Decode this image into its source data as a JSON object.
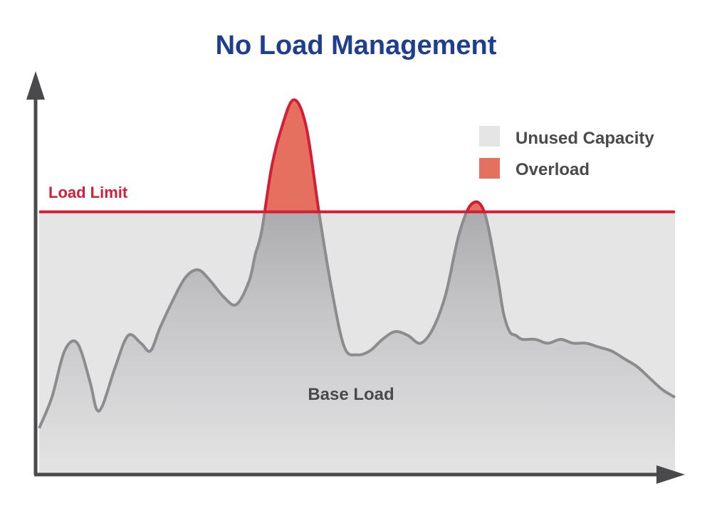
{
  "chart_data": {
    "type": "area",
    "title": "No Load Management",
    "xlabel": "",
    "ylabel": "",
    "ylim": [
      0,
      100
    ],
    "load_limit": {
      "label": "Load Limit",
      "value": 68
    },
    "annotation": "Base Load",
    "legend": [
      {
        "label": "Unused Capacity",
        "color": "#e5e5e6"
      },
      {
        "label": "Overload",
        "color": "#e5705f"
      }
    ],
    "series": [
      {
        "x": [
          0,
          2,
          4,
          6,
          8,
          9,
          10,
          12,
          14,
          16,
          17.5,
          19,
          21,
          23,
          25,
          27,
          29,
          31,
          33,
          34,
          35,
          36.5,
          38,
          40,
          42,
          44,
          46,
          48,
          50,
          52,
          54,
          56,
          58,
          60,
          62,
          64,
          66,
          68,
          70,
          72,
          73,
          74,
          75,
          76,
          78,
          80,
          82,
          84,
          86,
          88,
          90,
          92,
          94,
          96,
          98,
          100
        ],
        "y": [
          12,
          20,
          32,
          34,
          24,
          17,
          18,
          28,
          36,
          34,
          32,
          38,
          45,
          51,
          53,
          50,
          46,
          44,
          50,
          57,
          63,
          79,
          89,
          97,
          90,
          68,
          48,
          33,
          31,
          32,
          35,
          37,
          36,
          34,
          38,
          47,
          62,
          70,
          68,
          52,
          42,
          37,
          36,
          35,
          35,
          34,
          35,
          34,
          34,
          33,
          32,
          30,
          28,
          25,
          22,
          20
        ]
      }
    ]
  },
  "colors": {
    "title": "#1e3f8f",
    "limit": "#d31f36",
    "overload": "#e5705f",
    "unused": "#e5e5e6",
    "curve": "#8c8c8e",
    "axis": "#4a4a4c"
  }
}
